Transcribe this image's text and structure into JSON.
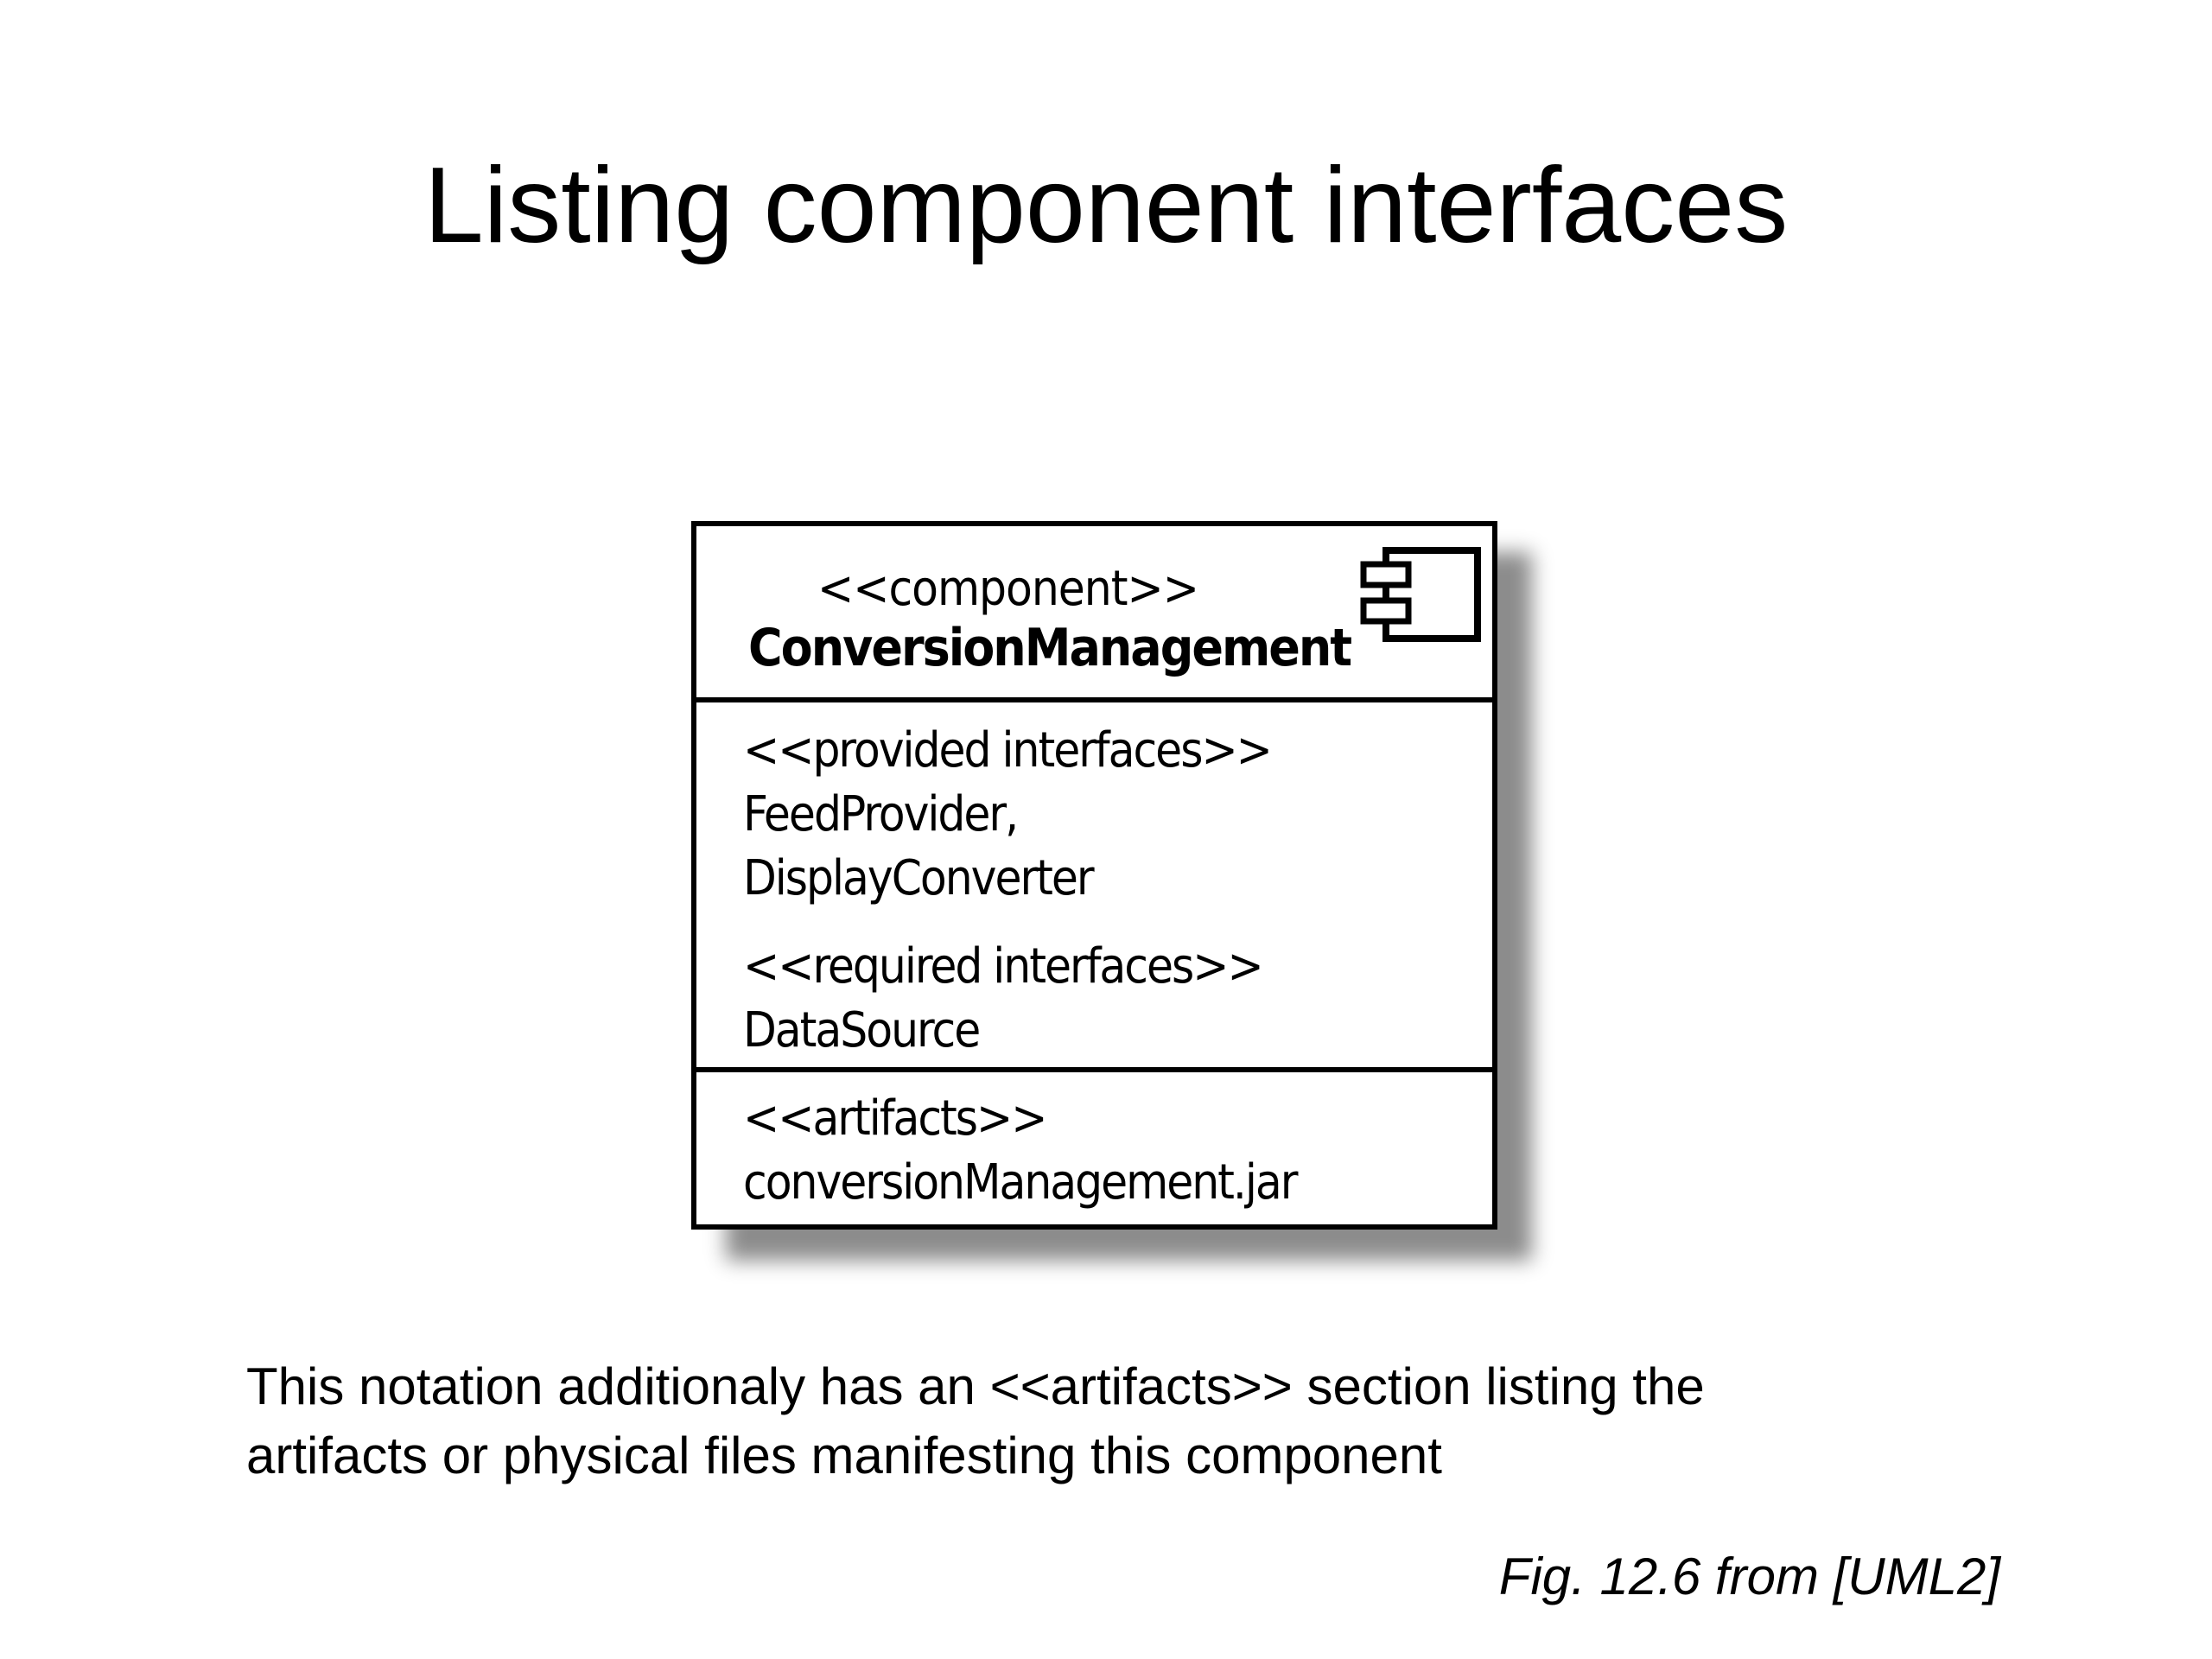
{
  "slide": {
    "title": "Listing component interfaces"
  },
  "component": {
    "stereotype": "<<component>>",
    "name": "ConversionManagement",
    "icon": "uml-component-icon",
    "provided_stereotype": "<<provided interfaces>>",
    "provided_interfaces": [
      "FeedProvider,",
      "DisplayConverter"
    ],
    "required_stereotype": "<<required interfaces>>",
    "required_interfaces": [
      "DataSource"
    ],
    "artifacts_stereotype": "<<artifacts>>",
    "artifacts": [
      "conversionManagement.jar"
    ]
  },
  "description": {
    "line1": "This notation additionaly has an <<artifacts>> section listing the",
    "line2": "artifacts or physical files manifesting this component"
  },
  "caption": "Fig. 12.6 from [UML2]"
}
